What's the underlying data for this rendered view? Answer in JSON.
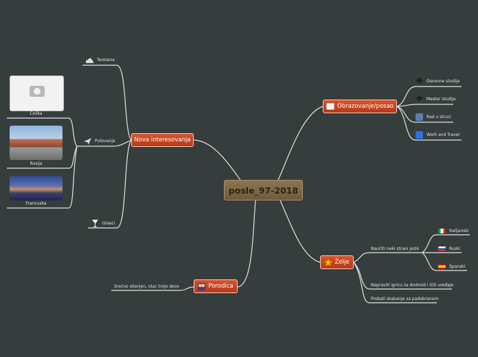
{
  "central": {
    "title": "posle_97-2018"
  },
  "branches": {
    "obrazovanje": {
      "label": "Obrazovanje/posao",
      "icon": "briefcase-icon",
      "children": [
        "Osnovne studije",
        "Master studije",
        "Rad u struci",
        "Work and Travel"
      ]
    },
    "zelje": {
      "label": "Želje",
      "icon": "star-icon",
      "child_jezik": "Naučiti neki strani jezik",
      "languages": [
        "Italijanski",
        "Ruski",
        "Španski"
      ],
      "child_igrica": "Napraviti igricu za Android i iOS uređaje",
      "child_skakanje": "Probati skakanje sa padobranom"
    },
    "porodica": {
      "label": "Porodica",
      "icon": "family-icon",
      "child": "Srećno oženjen, otac troje dece"
    },
    "nova": {
      "label": "Nova interesovanja",
      "children": {
        "teretana": "Teretana",
        "putovanja": "Putovanja",
        "izlasci": "Izlasci"
      },
      "destinations": [
        "Češka",
        "Rusija",
        "Francuska"
      ]
    }
  },
  "colors": {
    "background": "#363d3d",
    "branch": "#c8451f",
    "central": "#7d6746",
    "line": "#e6e6e6"
  }
}
